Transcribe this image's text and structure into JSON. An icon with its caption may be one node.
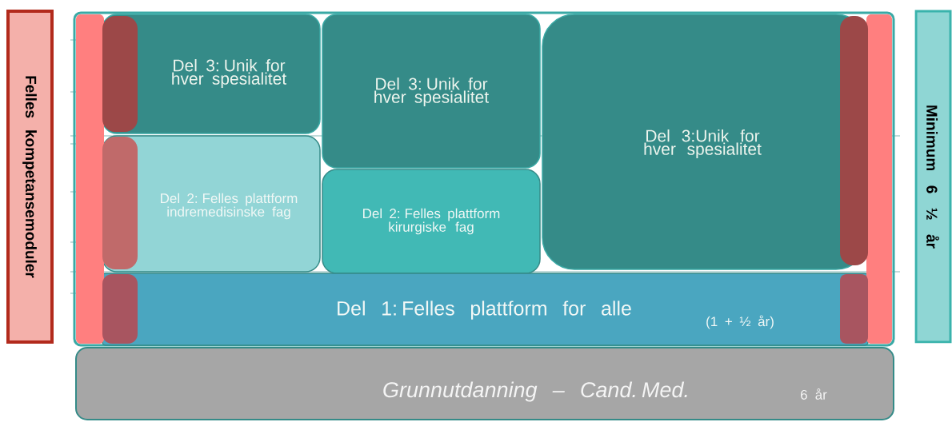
{
  "diagram": {
    "nodes": [
      {
        "text": [
          "Felles kompetansemoduler"
        ]
      },
      {
        "text": [
          "Del 3: Unik for hver spesialitet"
        ]
      },
      {
        "text": [
          "Del 3: Unik for hver spesialitet"
        ]
      },
      {
        "text": [
          "Del 3:Unik for hver spesialitet"
        ]
      },
      {
        "text": [
          "Del 2: Felles plattform indremedisinske fag"
        ]
      },
      {
        "text": [
          "Del 2: Felles plattform kirurgiske fag"
        ]
      },
      {
        "text": [
          "Del 1: Felles plattform  for alle",
          "(1 + ½ år)"
        ]
      },
      {
        "text": [
          "Grunnutdanning – Cand. Med.",
          "6 år"
        ]
      },
      {
        "text": [
          "Minimum 6 ½ år"
        ]
      }
    ]
  }
}
